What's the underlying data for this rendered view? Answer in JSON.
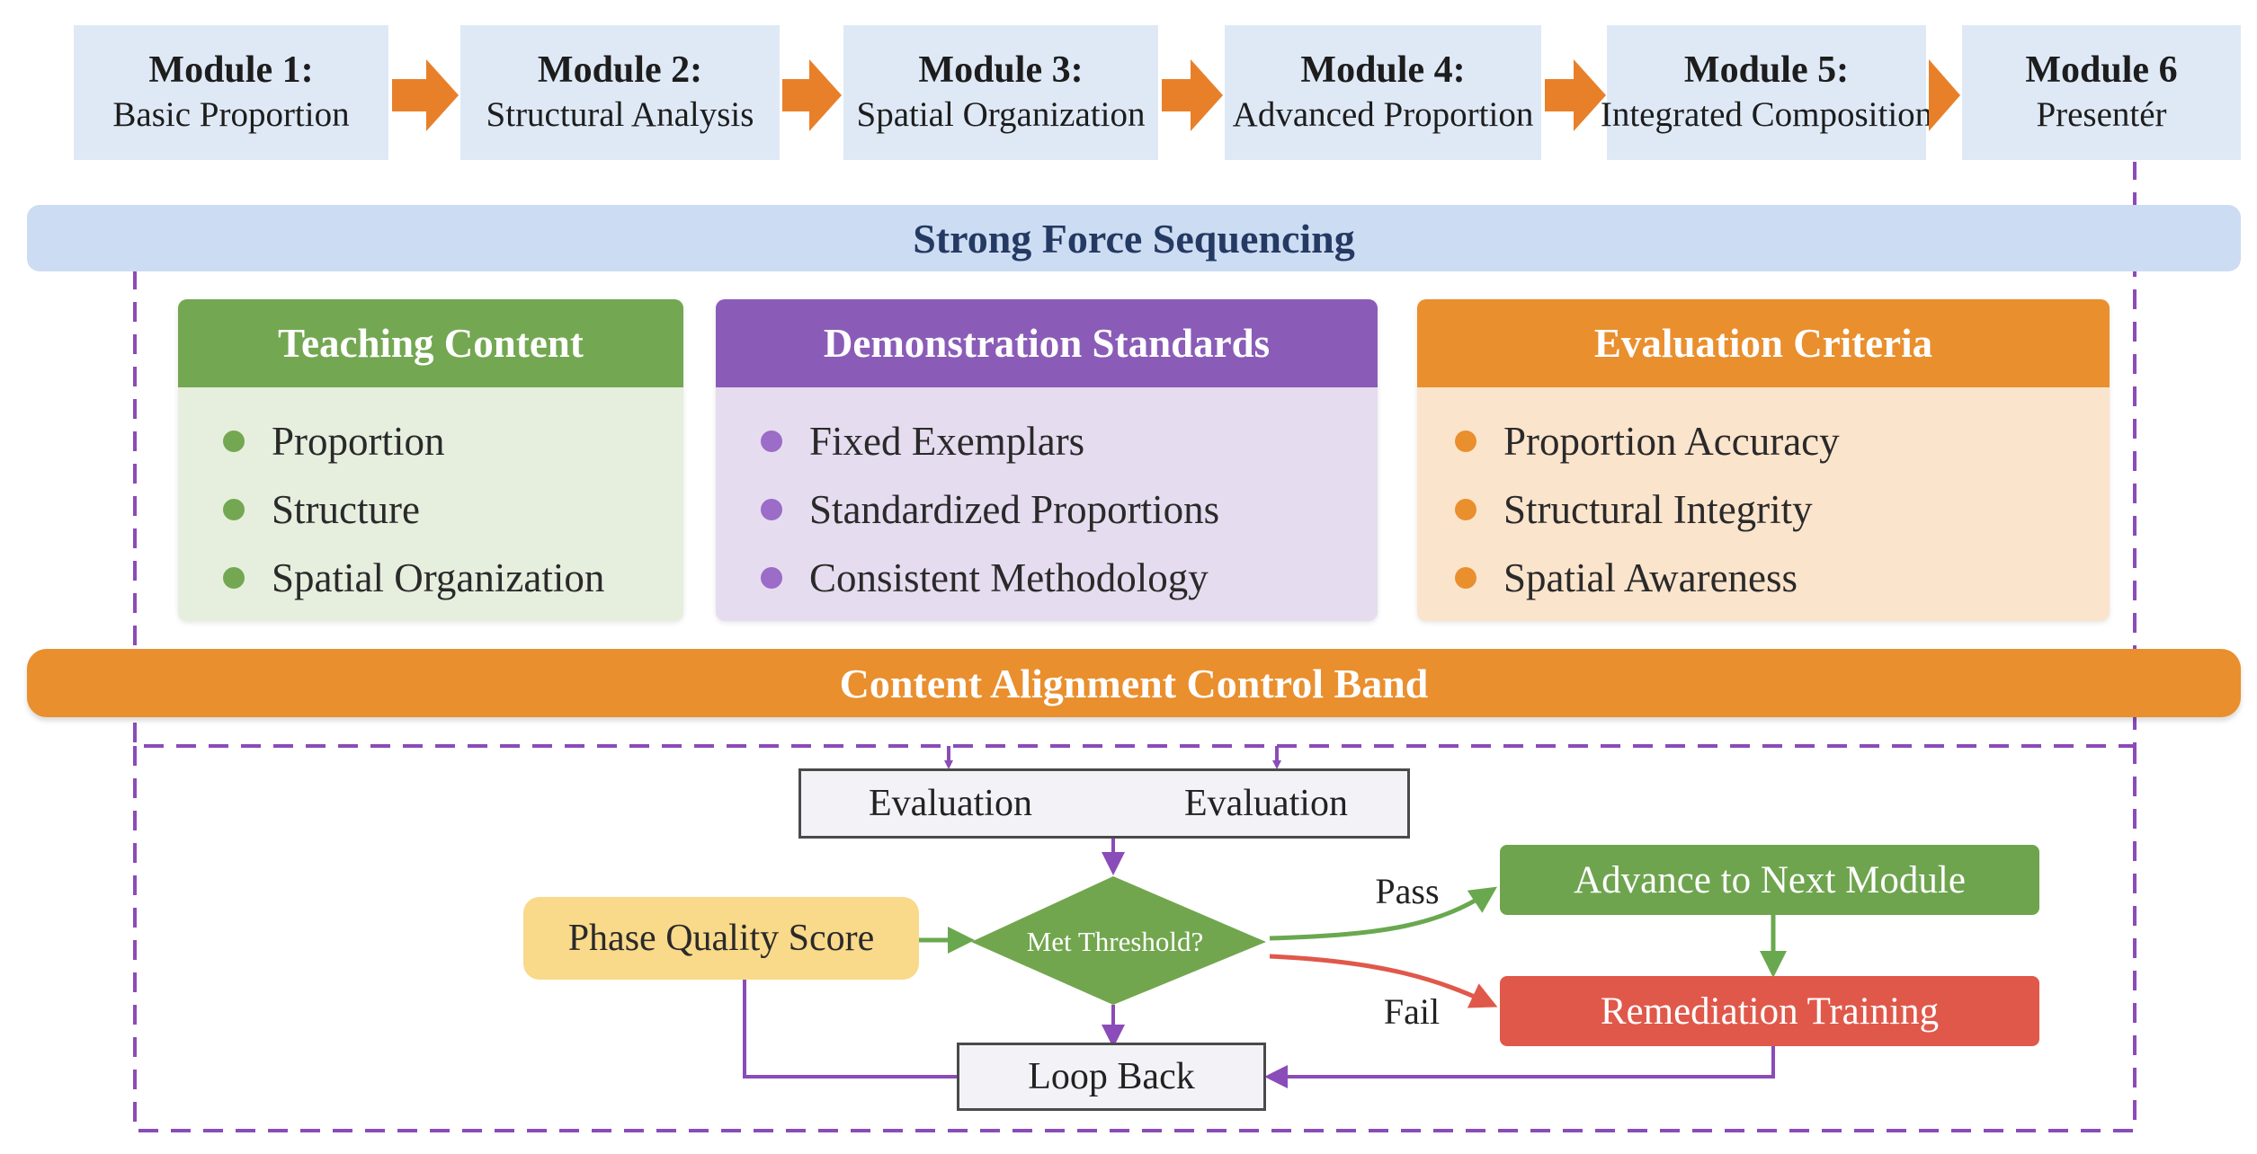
{
  "modules": [
    {
      "title": "Module 1:",
      "subtitle": "Basic Proportion"
    },
    {
      "title": "Module 2:",
      "subtitle": "Structural Analysis"
    },
    {
      "title": "Module 3:",
      "subtitle": "Spatial Organization"
    },
    {
      "title": "Module 4:",
      "subtitle": "Advanced Proportion"
    },
    {
      "title": "Module 5:",
      "subtitle": "Integrated Composition"
    },
    {
      "title": "Module 6",
      "subtitle": "Presentér"
    }
  ],
  "sequencing_band": "Strong Force Sequencing",
  "panels": {
    "teaching": {
      "header": "Teaching Content",
      "items": [
        "Proportion",
        "Structure",
        "Spatial Organization"
      ]
    },
    "demonstration": {
      "header": "Demonstration Standards",
      "items": [
        "Fixed Exemplars",
        "Standardized Proportions",
        "Consistent Methodology"
      ]
    },
    "evaluation": {
      "header": "Evaluation Criteria",
      "items": [
        "Proportion Accuracy",
        "Structural Integrity",
        "Spatial Awareness"
      ]
    }
  },
  "alignment_band": "Content Alignment Control Band",
  "flow": {
    "evaluation_left": "Evaluation",
    "evaluation_right": "Evaluation",
    "phase_quality_score": "Phase Quality Score",
    "decision": "Met Threshold?",
    "pass_label": "Pass",
    "fail_label": "Fail",
    "advance": "Advance to Next Module",
    "remediation": "Remediation Training",
    "loop_back": "Loop Back"
  },
  "colors": {
    "module_bg": "#dfe9f6",
    "flow_arrow": "#e8802a",
    "teaching": "#74a752",
    "demonstration": "#8a5cb8",
    "evaluation": "#e98f2e",
    "dashed_border": "#8a4cb8",
    "pass_arrow": "#6aa84f",
    "fail_arrow": "#e0584a"
  }
}
